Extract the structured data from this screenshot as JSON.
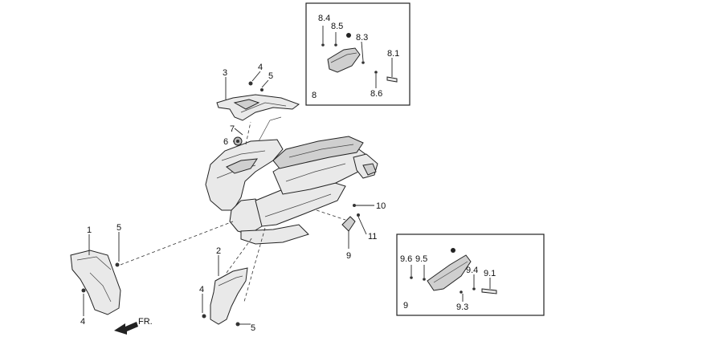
{
  "labels": {
    "l1": "1",
    "l2": "2",
    "l3": "3",
    "l4a": "4",
    "l4b": "4",
    "l4c": "4",
    "l5a": "5",
    "l5b": "5",
    "l5c": "5",
    "l6": "6",
    "l7": "7",
    "l8": "8",
    "l8_1": "8.1",
    "l8_3": "8.3",
    "l8_4": "8.4",
    "l8_5": "8.5",
    "l8_6": "8.6",
    "l9": "9",
    "l9box": "9",
    "l9_1": "9.1",
    "l9_3": "9.3",
    "l9_4": "9.4",
    "l9_5": "9.5",
    "l9_6": "9.6",
    "l10": "10",
    "l11": "11"
  },
  "direction_label": "FR."
}
